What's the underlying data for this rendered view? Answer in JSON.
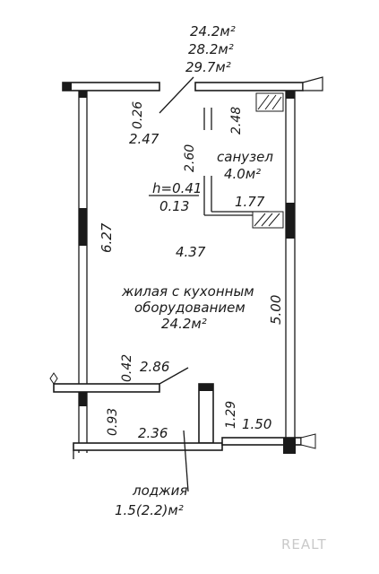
{
  "areas_header": {
    "line1": "24.2м²",
    "line2": "28.2м²",
    "line3": "29.7м²"
  },
  "dims": {
    "d026": "0.26",
    "d247": "2.47",
    "d248": "2.48",
    "d260": "2.60",
    "d627": "6.27",
    "d437": "4.37",
    "d500": "5.00",
    "d042": "0.42",
    "d286": "2.86",
    "d129": "1.29",
    "d093": "0.93",
    "d236": "2.36",
    "d150": "1.50",
    "d177": "1.77"
  },
  "bathroom": {
    "name": "санузел",
    "area": "4.0м²"
  },
  "level": {
    "h": "h=0.41",
    "v": "0.13"
  },
  "living": {
    "line1": "жилая с кухонным",
    "line2": "оборудованием",
    "area": "24.2м²"
  },
  "loggia": {
    "name": "лоджия",
    "area": "1.5(2.2)м²"
  },
  "watermark": "REALT"
}
